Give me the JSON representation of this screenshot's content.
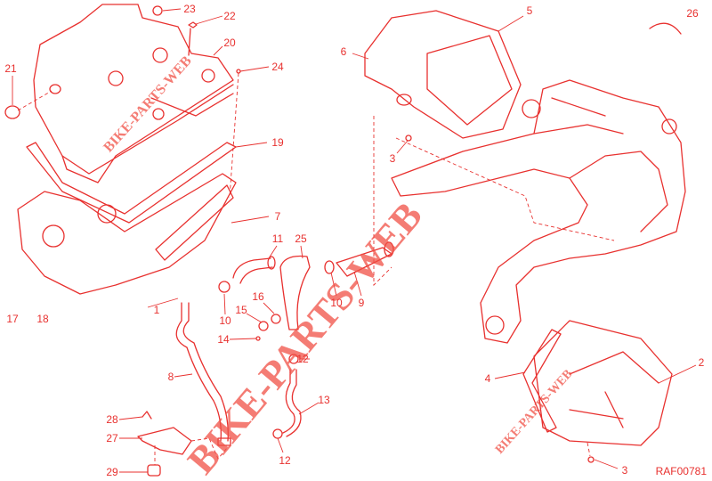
{
  "diagram": {
    "callouts": [
      "23",
      "22",
      "20",
      "21",
      "24",
      "19",
      "7",
      "6",
      "5",
      "26",
      "3",
      "17",
      "18",
      "1",
      "11",
      "25",
      "10",
      "16",
      "15",
      "14",
      "10",
      "9",
      "12",
      "13",
      "12",
      "8",
      "28",
      "27",
      "29",
      "4",
      "2",
      "3"
    ],
    "drawing_code": "RAF00781",
    "watermark": "BIKE-PARTS-WEB"
  },
  "colors": {
    "line": "#e8312f",
    "background": "#ffffff"
  }
}
